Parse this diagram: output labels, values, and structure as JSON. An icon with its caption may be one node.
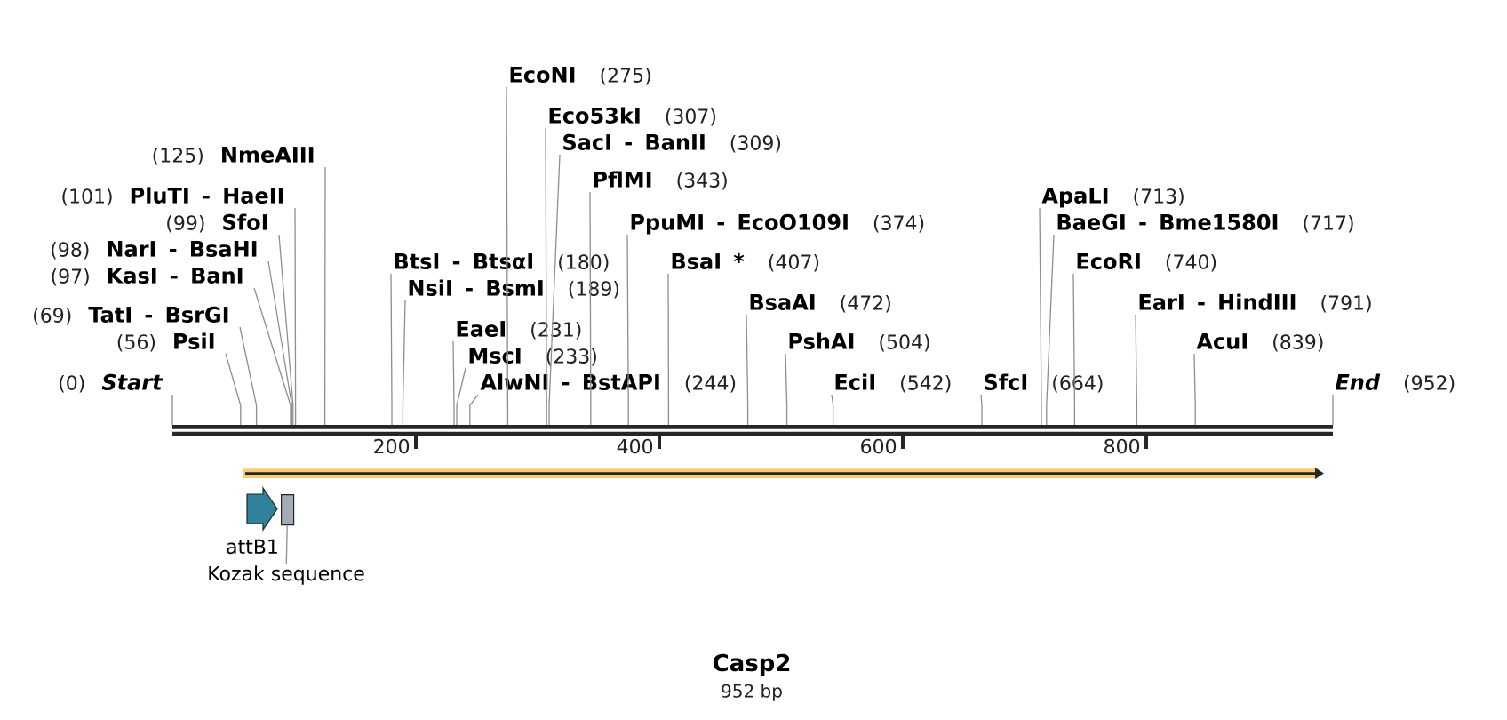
{
  "diagram": {
    "title": "Casp2",
    "caption": "952 bp",
    "nodes": [
      {
        "text": [
          "(0)",
          "Start"
        ]
      },
      {
        "text": [
          "(56)",
          "PsiI"
        ]
      },
      {
        "text": [
          "(69)",
          "TatI - BsrGI"
        ]
      },
      {
        "text": [
          "(97)",
          "KasI - BanI"
        ]
      },
      {
        "text": [
          "(98)",
          "NarI - BsaHI"
        ]
      },
      {
        "text": [
          "(99)",
          "SfoI"
        ]
      },
      {
        "text": [
          "(101)",
          "PluTI - HaeII"
        ]
      },
      {
        "text": [
          "(125)",
          "NmeAIII"
        ]
      },
      {
        "text": [
          "BtsI - BtsαI",
          "(180)"
        ]
      },
      {
        "text": [
          "NsiI - BsmI",
          "(189)"
        ]
      },
      {
        "text": [
          "EaeI",
          "(231)"
        ]
      },
      {
        "text": [
          "MscI",
          "(233)"
        ]
      },
      {
        "text": [
          "AlwNI - BstAPI",
          "(244)"
        ]
      },
      {
        "text": [
          "EcoNI",
          "(275)"
        ]
      },
      {
        "text": [
          "Eco53kI",
          "(307)"
        ]
      },
      {
        "text": [
          "SacI - BanII",
          "(309)"
        ]
      },
      {
        "text": [
          "PflMI",
          "(343)"
        ]
      },
      {
        "text": [
          "PpuMI - EcoO109I",
          "(374)"
        ]
      },
      {
        "text": [
          "BsaI *",
          "(407)"
        ]
      },
      {
        "text": [
          "BsaAI",
          "(472)"
        ]
      },
      {
        "text": [
          "PshAI",
          "(504)"
        ]
      },
      {
        "text": [
          "EciI",
          "(542)"
        ]
      },
      {
        "text": [
          "SfcI",
          "(664)"
        ]
      },
      {
        "text": [
          "ApaLI",
          "(713)"
        ]
      },
      {
        "text": [
          "BaeGI - Bme1580I",
          "(717)"
        ]
      },
      {
        "text": [
          "EcoRI",
          "(740)"
        ]
      },
      {
        "text": [
          "EarI - HindIII",
          "(791)"
        ]
      },
      {
        "text": [
          "AcuI",
          "(839)"
        ]
      },
      {
        "text": [
          "End",
          "(952)"
        ]
      },
      {
        "text": [],
        "shape": "bar"
      },
      {
        "text": [],
        "shape": "arrow",
        "beside": [
          "attB1"
        ]
      },
      {
        "text": [],
        "shape": "box"
      },
      {
        "text": [
          "Kozak sequence"
        ]
      }
    ],
    "edges": [
      {
        "from": 0,
        "to": 29,
        "arrow": "none"
      },
      {
        "from": 1,
        "to": 29,
        "arrow": "none"
      },
      {
        "from": 2,
        "to": 29,
        "arrow": "none"
      },
      {
        "from": 3,
        "to": 29,
        "arrow": "none"
      },
      {
        "from": 4,
        "to": 29,
        "arrow": "none"
      },
      {
        "from": 5,
        "to": 29,
        "arrow": "none"
      },
      {
        "from": 6,
        "to": 29,
        "arrow": "none"
      },
      {
        "from": 7,
        "to": 29,
        "arrow": "none"
      },
      {
        "from": 8,
        "to": 29,
        "arrow": "none"
      },
      {
        "from": 9,
        "to": 29,
        "arrow": "none"
      },
      {
        "from": 10,
        "to": 29,
        "arrow": "none"
      },
      {
        "from": 11,
        "to": 29,
        "arrow": "none"
      },
      {
        "from": 12,
        "to": 29,
        "arrow": "none"
      },
      {
        "from": 13,
        "to": 29,
        "arrow": "none"
      },
      {
        "from": 14,
        "to": 29,
        "arrow": "none"
      },
      {
        "from": 15,
        "to": 29,
        "arrow": "none"
      },
      {
        "from": 16,
        "to": 29,
        "arrow": "none"
      },
      {
        "from": 17,
        "to": 29,
        "arrow": "none"
      },
      {
        "from": 18,
        "to": 29,
        "arrow": "none"
      },
      {
        "from": 19,
        "to": 29,
        "arrow": "none"
      },
      {
        "from": 20,
        "to": 29,
        "arrow": "none"
      },
      {
        "from": 21,
        "to": 29,
        "arrow": "none"
      },
      {
        "from": 22,
        "to": 29,
        "arrow": "none"
      },
      {
        "from": 23,
        "to": 29,
        "arrow": "none"
      },
      {
        "from": 24,
        "to": 29,
        "arrow": "none"
      },
      {
        "from": 25,
        "to": 29,
        "arrow": "none"
      },
      {
        "from": 26,
        "to": 29,
        "arrow": "none"
      },
      {
        "from": 27,
        "to": 29,
        "arrow": "none"
      },
      {
        "from": 28,
        "to": 29,
        "arrow": "none"
      },
      {
        "from": 32,
        "to": 31,
        "arrow": "none"
      }
    ],
    "labels": [
      "200",
      "400",
      "600",
      "800"
    ]
  }
}
